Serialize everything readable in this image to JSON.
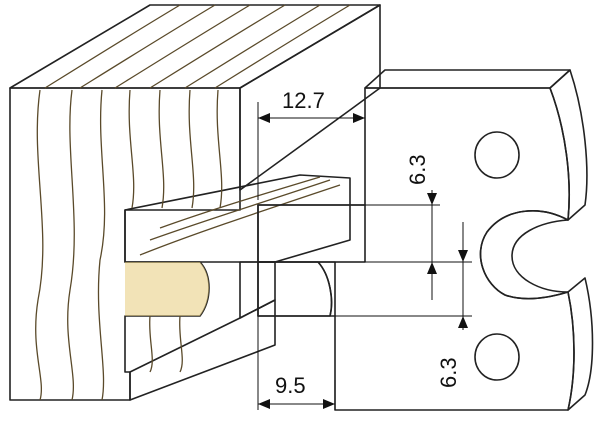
{
  "colors": {
    "wood_face": "#f3dc97",
    "wood_top": "#fbe9b3",
    "wood_dark": "#e8cc7c",
    "metal_face": "#b4b5b7",
    "metal_side": "#8e8f92",
    "hole": "#58595c"
  },
  "dimensions": {
    "top_width": "12.7",
    "upper_height": "6.3",
    "lower_height": "6.3",
    "bottom_width": "9.5"
  }
}
